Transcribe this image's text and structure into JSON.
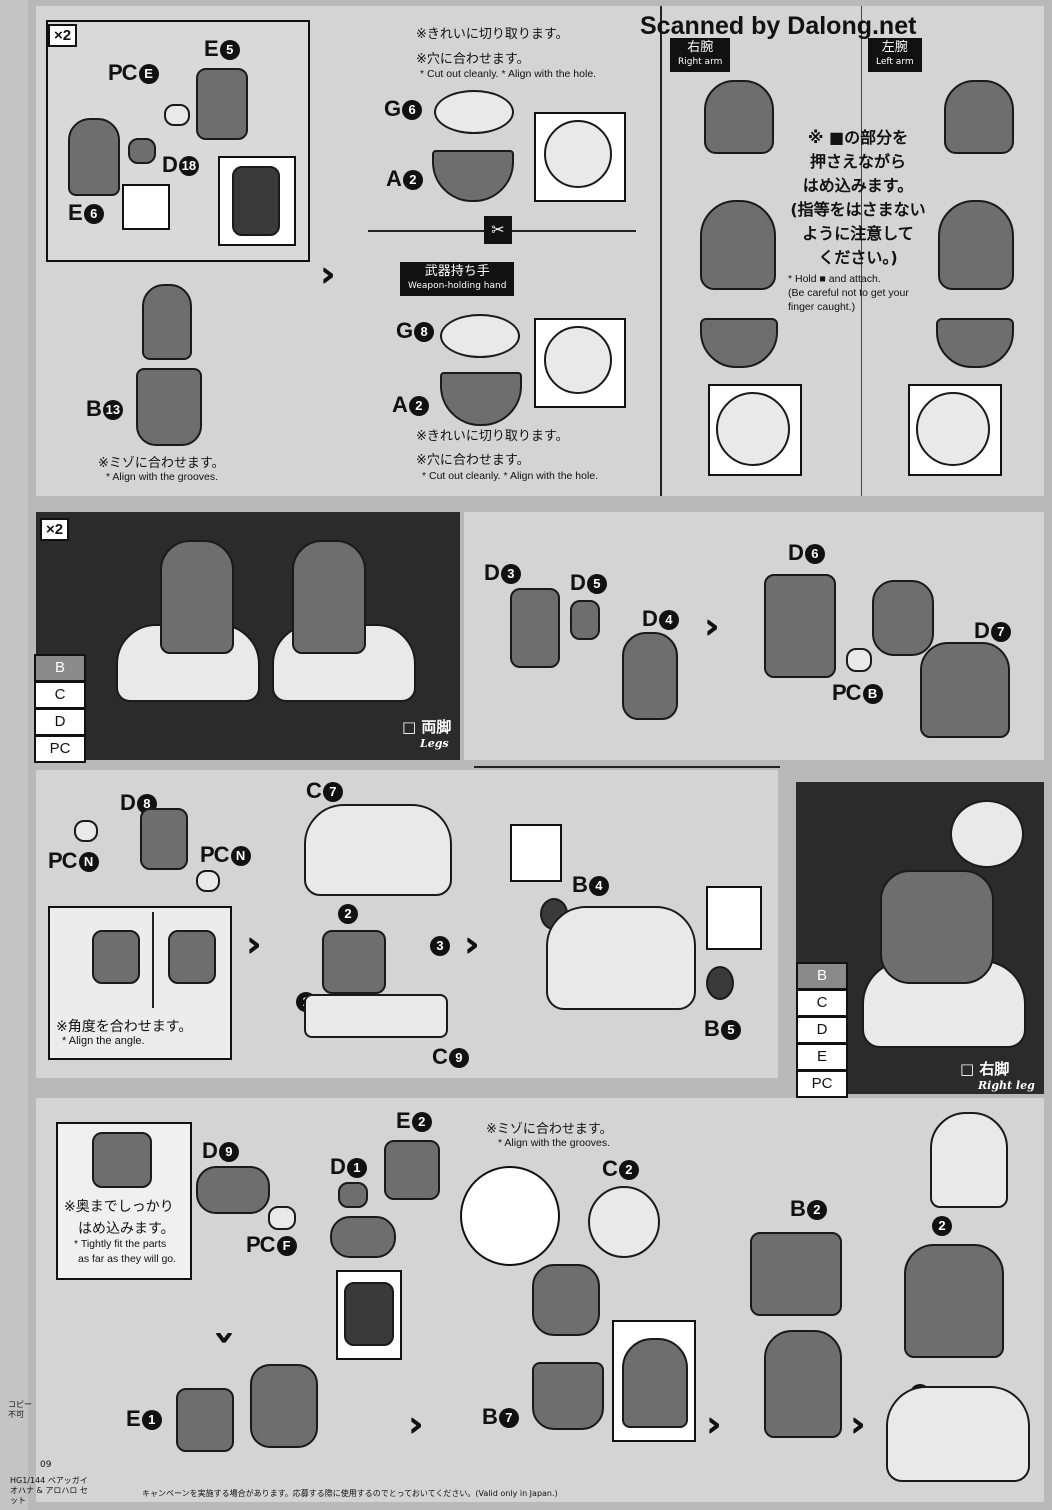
{
  "watermark": "Scanned by Dalong.net",
  "step1": {
    "count": "×2",
    "parts": {
      "e5": "E",
      "e5n": "5",
      "pce": "PC",
      "pcen": "E",
      "d18": "D",
      "d18n": "18",
      "e6": "E",
      "e6n": "6",
      "b13": "B",
      "b13n": "13"
    },
    "note_jp": "※ミゾに合わせます。",
    "note_en": "* Align with the grooves."
  },
  "step2": {
    "note_jp_1": "※きれいに切り取ります。",
    "note_jp_2": "※穴に合わせます。",
    "note_en": "* Cut out cleanly. * Align with the hole.",
    "g6": "G",
    "g6n": "6",
    "a2": "A",
    "a2n": "2",
    "g8": "G",
    "g8n": "8",
    "a2b": "A",
    "a2bn": "2",
    "weapon_jp": "武器持ち手",
    "weapon_en": "Weapon-holding hand"
  },
  "step3": {
    "right_jp": "右腕",
    "right_en": "Right arm",
    "left_jp": "左腕",
    "left_en": "Left arm",
    "instr_jp": [
      "※ ■の部分を",
      "押さえながら",
      "はめ込みます。",
      "(指等をはさまない",
      "ように注意して",
      "ください。)"
    ],
    "instr_en": [
      "* Hold ■ and attach.",
      "(Be careful not to get your",
      "finger caught.)"
    ]
  },
  "legs_panel": {
    "count": "×2",
    "tabs": [
      "B",
      "C",
      "D",
      "PC"
    ],
    "caption_jp": "両脚",
    "caption_en": "Legs"
  },
  "step4": {
    "d3": "D",
    "d3n": "3",
    "d5": "D",
    "d5n": "5",
    "d4": "D",
    "d4n": "4",
    "d6": "D",
    "d6n": "6",
    "d7": "D",
    "d7n": "7",
    "pcb": "PC",
    "pcbn": "B"
  },
  "step5": {
    "d8": "D",
    "d8n": "8",
    "pcn1": "PC",
    "pcn1n": "N",
    "pcn2": "PC",
    "pcn2n": "N",
    "angle_jp": "※角度を合わせます。",
    "angle_en": "* Align the angle.",
    "c7": "C",
    "c7n": "7",
    "c9": "C",
    "c9n": "9",
    "b4": "B",
    "b4n": "4",
    "b5": "B",
    "b5n": "5",
    "order": [
      "1",
      "2",
      "3"
    ]
  },
  "right_leg_panel": {
    "tabs": [
      "B",
      "C",
      "D",
      "E",
      "PC"
    ],
    "caption_jp": "右脚",
    "caption_en": "Right leg"
  },
  "step6": {
    "tight_jp_1": "※奥までしっかり",
    "tight_jp_2": "はめ込みます。",
    "tight_en_1": "* Tightly fit the parts",
    "tight_en_2": "as far as they will go.",
    "d9": "D",
    "d9n": "9",
    "pcf": "PC",
    "pcfn": "F",
    "d1": "D",
    "d1n": "1",
    "e2": "E",
    "e2n": "2",
    "e1": "E",
    "e1n": "1",
    "grooves_jp": "※ミゾに合わせます。",
    "grooves_en": "* Align with the grooves.",
    "c2": "C",
    "c2n": "2",
    "b7": "B",
    "b7n": "7",
    "b2": "B",
    "b2n": "2",
    "order": [
      "1",
      "2"
    ]
  },
  "footer": {
    "copy": "コピー不可",
    "page": "09",
    "product": "HG1/144 ペアッガイオハナ & アロハロ セット",
    "notice": "キャンペーンを実施する場合があります。応募する際に使用するのでとっておいてください。(Valid only in Japan.)"
  }
}
